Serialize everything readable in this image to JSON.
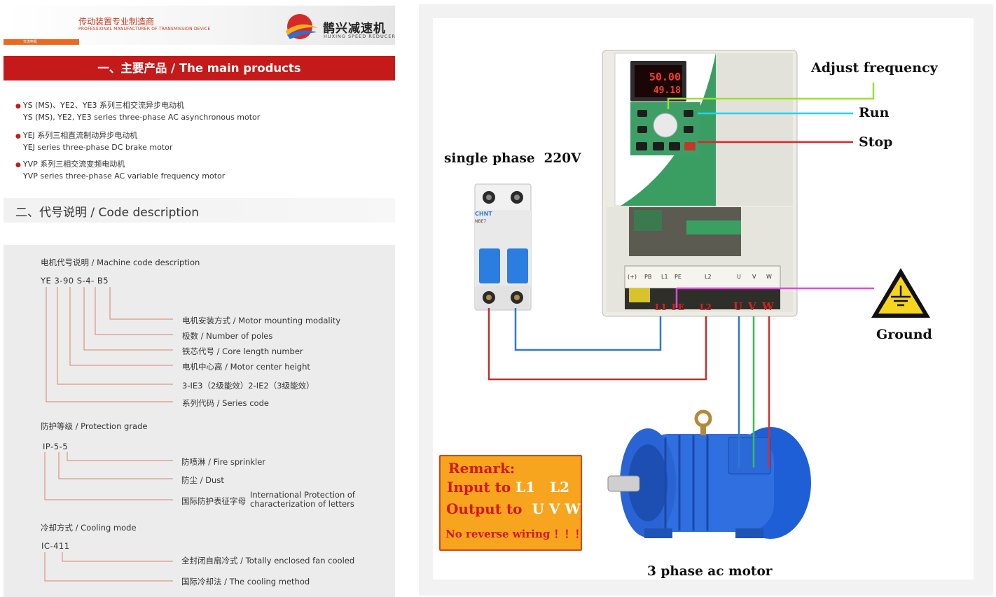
{
  "brand": {
    "tagline_cn": "传动装置专业制造商",
    "tagline_en": "PROFESSIONAL MANUFACTURER OF TRANSMISSION DEVICE",
    "tag": "交流电机",
    "name_cn": "鹊兴减速机",
    "name_en": "HUXING SPEED REDUCER"
  },
  "main_products": {
    "title": "一、主要产品 / The main products",
    "items": [
      {
        "cn": "YS (MS)、YE2、YE3 系列三相交流异步电动机",
        "en": "YS (MS), YE2, YE3 series three-phase AC asynchronous motor"
      },
      {
        "cn": "YEJ 系列三相直流制动异步电动机",
        "en": "YEJ series three-phase DC brake motor"
      },
      {
        "cn": "YVP 系列三相交流变频电动机",
        "en": "YVP series three-phase AC variable frequency motor"
      }
    ]
  },
  "code_description": {
    "title": "二、代号说明 / Code description",
    "machine": {
      "heading": "电机代号说明 / Machine code description",
      "code_parts": [
        "YE",
        "3",
        "-",
        "90",
        "S",
        "-",
        "4",
        "-",
        "B5"
      ],
      "labels": [
        "电机安装方式 / Motor mounting modality",
        "极数 / Number of poles",
        "铁芯代号 / Core length number",
        "电机中心高 / Motor center height",
        "3-IE3（2级能效）2-IE2（3级能效）",
        "系列代码 / Series code"
      ]
    },
    "protection": {
      "heading": "防护等级 / Protection grade",
      "code_parts": [
        "IP",
        "-",
        "5",
        "-",
        "5"
      ],
      "labels": [
        "防喷淋 / Fire sprinkler",
        "防尘 / Dust",
        "国际防护表征字母"
      ],
      "label_en_line1": "International Protection of",
      "label_en_line2": "characterization of letters"
    },
    "cooling": {
      "heading": "冷却方式 / Cooling mode",
      "code_parts": [
        "IC",
        "-",
        "411"
      ],
      "labels": [
        "全封闭自扇冷式 / Totally enclosed fan cooled",
        "国际冷却法 / The cooling method"
      ]
    }
  },
  "wiring": {
    "adjust_frequency": "Adjust frequency",
    "run": "Run",
    "stop": "Stop",
    "single_phase": "single phase  220V",
    "ground": "Ground",
    "motor": "3 phase ac motor",
    "display_top": "50.00",
    "display_bottom": "49.18",
    "breaker_brand": "CHNT",
    "breaker_model": "NBE7",
    "terminals": [
      "(+)",
      "PB",
      "L1",
      "PE",
      "L2",
      "U",
      "V",
      "W"
    ],
    "terminal_marks": [
      "L1",
      "PE",
      "L2",
      "U",
      "V",
      "W"
    ],
    "colors": {
      "frequency": "#9be030",
      "run": "#22d3ee",
      "stop": "#e0242a",
      "ground": "#e04ad6",
      "l1_blue": "#2f78d0",
      "l2_red": "#c0302e",
      "u_blue": "#2f78d0",
      "v_green": "#35c052",
      "w_red": "#d03030"
    }
  },
  "remark": {
    "title": "Remark:",
    "line1_prefix": "Input to",
    "line1_terms": "L1   L2",
    "line2_prefix": "Output to",
    "line2_terms": "U V W",
    "warning": "No reverse wiring ！！！"
  }
}
